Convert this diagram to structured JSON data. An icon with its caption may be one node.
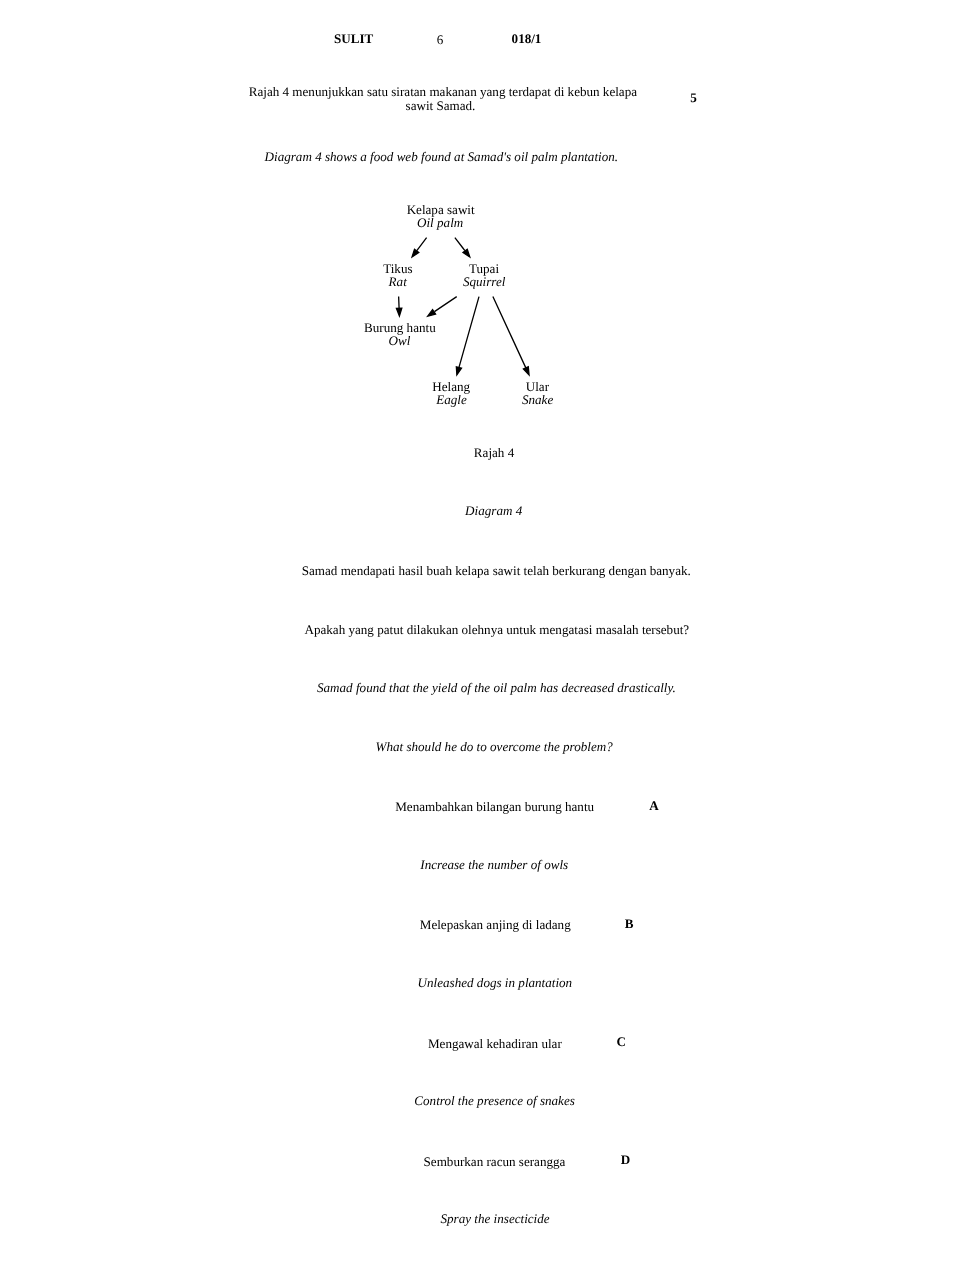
{
  "diagram": {
    "nodes": [
      {
        "text": [
          "Kelapa sawit",
          "Oil palm"
        ]
      },
      {
        "text": [
          "Tikus",
          "Rat"
        ]
      },
      {
        "text": [
          "Tupai",
          "Squirrel"
        ]
      },
      {
        "text": [
          "Burung hantu",
          "Owl"
        ]
      },
      {
        "text": [
          "Helang",
          "Eagle"
        ]
      },
      {
        "text": [
          "Ular",
          "Snake"
        ]
      }
    ],
    "edges": [
      {
        "from": 0,
        "to": 1,
        "arrow": "to"
      },
      {
        "from": 0,
        "to": 2,
        "arrow": "to"
      },
      {
        "from": 1,
        "to": 3,
        "arrow": "to"
      },
      {
        "from": 2,
        "to": 3,
        "arrow": "to"
      },
      {
        "from": 2,
        "to": 4,
        "arrow": "to"
      },
      {
        "from": 2,
        "to": 5,
        "arrow": "to"
      }
    ],
    "labels": [
      "SULIT",
      "6",
      "018/1",
      "5",
      "Rajah 4 menunjukkan satu siratan makanan yang terdapat di kebun kelapa sawit Samad.",
      "Diagram 4 shows a food web found at Samad's oil palm plantation.",
      "Rajah 4",
      "Diagram 4",
      "Samad mendapati hasil buah kelapa sawit telah berkurang dengan banyak.",
      "Apakah yang patut dilakukan olehnya untuk mengatasi masalah tersebut?",
      "Samad found that the yield of the oil palm has decreased drastically.",
      "What should he do to overcome the problem?",
      "A",
      "Menambahkan bilangan burung hantu",
      "Increase the number of owls",
      "B",
      "Melepaskan anjing di ladang",
      "Unleashed dogs in plantation",
      "C",
      "Mengawal kehadiran ular",
      "Control the presence of snakes",
      "D",
      "Semburkan racun serangga",
      "Spray the insecticide"
    ]
  }
}
